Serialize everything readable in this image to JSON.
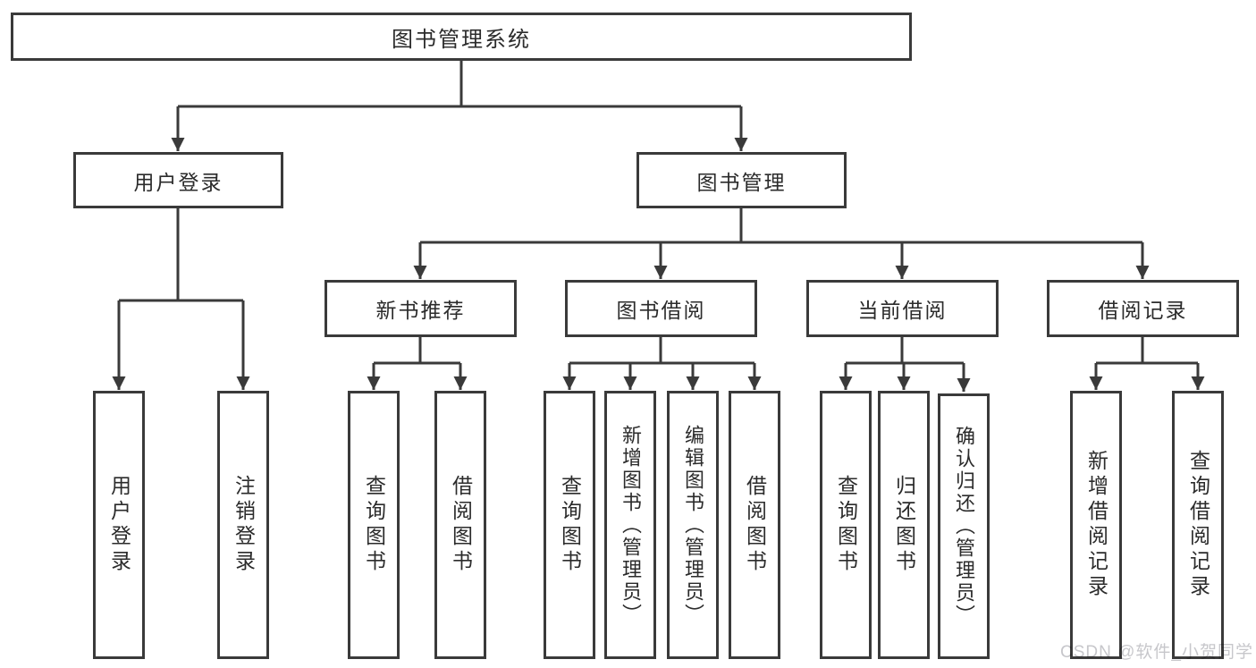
{
  "tree": {
    "root": {
      "label": "图书管理系统"
    },
    "branches": [
      {
        "label": "用户登录",
        "children": [
          {
            "label": "用户登录"
          },
          {
            "label": "注销登录"
          }
        ]
      },
      {
        "label": "图书管理",
        "children": [
          {
            "label": "新书推荐",
            "children": [
              {
                "label": "查询图书"
              },
              {
                "label": "借阅图书"
              }
            ]
          },
          {
            "label": "图书借阅",
            "children": [
              {
                "label": "查询图书"
              },
              {
                "label": "新增图书（管理员）"
              },
              {
                "label": "编辑图书（管理员）"
              },
              {
                "label": "借阅图书"
              }
            ]
          },
          {
            "label": "当前借阅",
            "children": [
              {
                "label": "查询图书"
              },
              {
                "label": "归还图书"
              },
              {
                "label": "确认归还（管理员）"
              }
            ]
          },
          {
            "label": "借阅记录",
            "children": [
              {
                "label": "新增借阅记录"
              },
              {
                "label": "查询借阅记录"
              }
            ]
          }
        ]
      }
    ]
  },
  "watermark": {
    "text": "CSDN @软件_小贺同学"
  },
  "colors": {
    "line": "#3a3a3a",
    "text": "#2b2b2b",
    "watermark": "#c7c7cb",
    "background": "#ffffff"
  }
}
